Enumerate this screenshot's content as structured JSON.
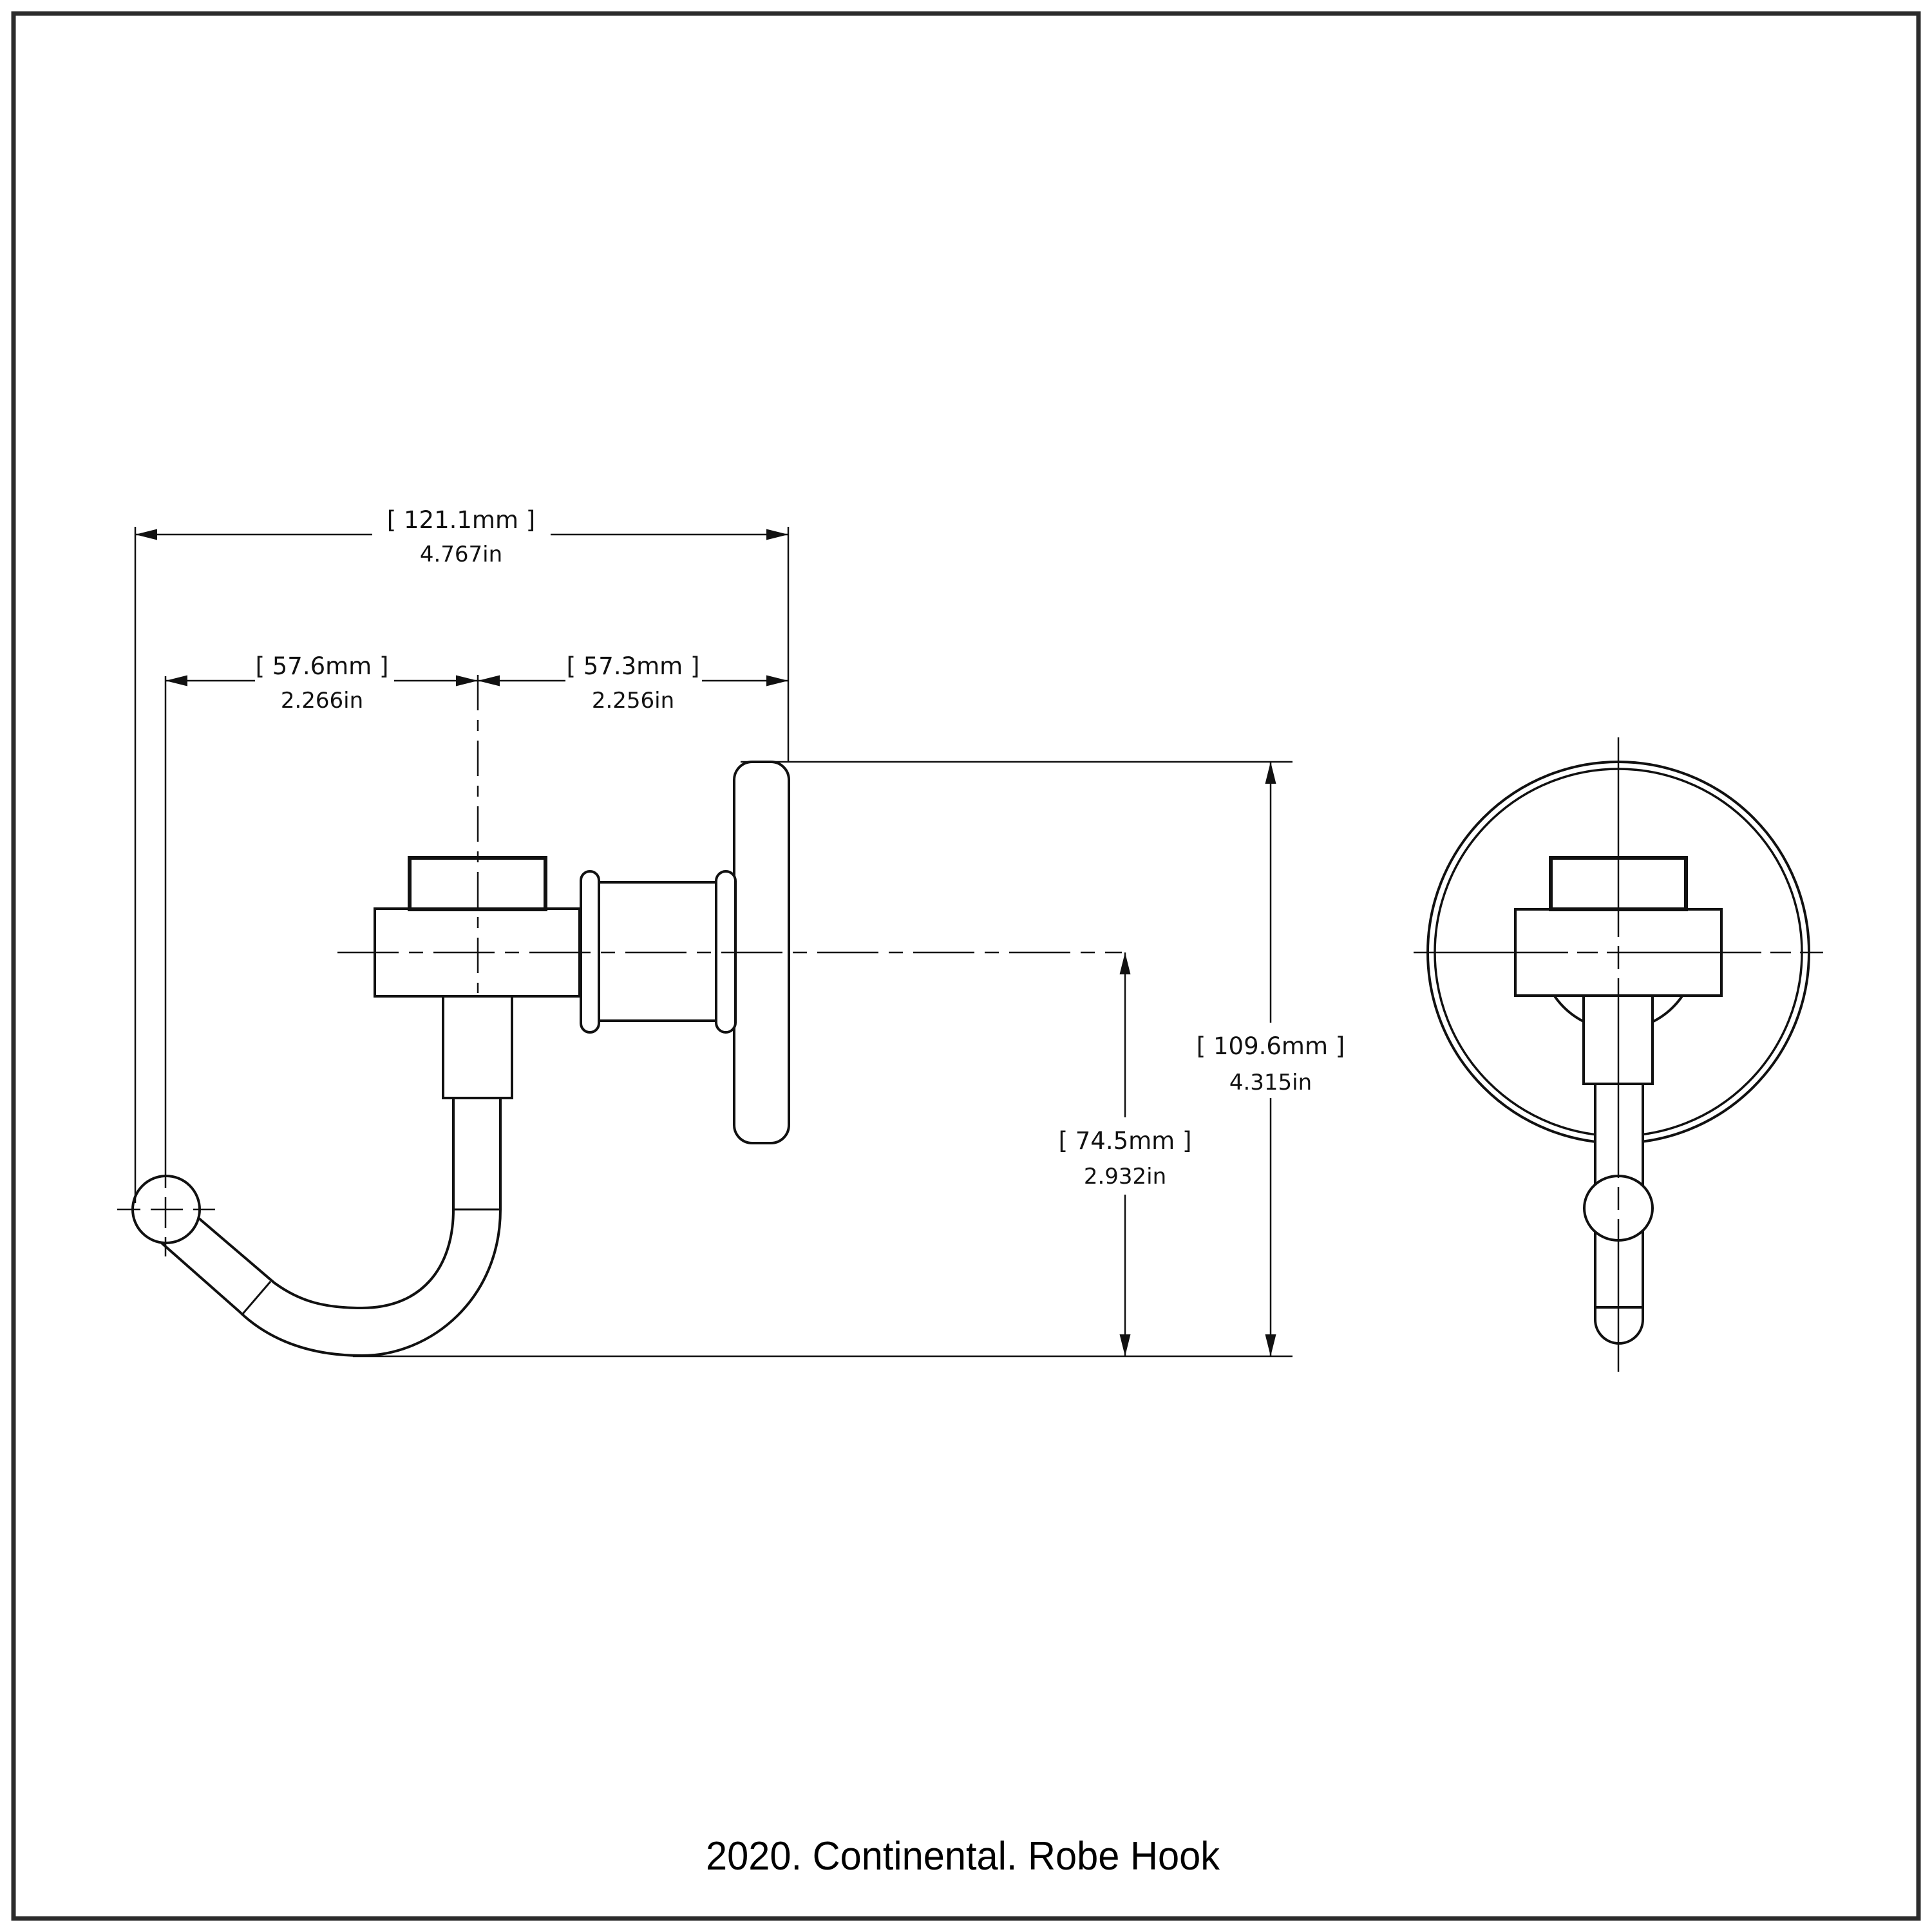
{
  "drawing": {
    "caption": "2020. Continental. Robe Hook",
    "border_color": "#2b2b2b",
    "line_color": "#111111",
    "background_color": "#ffffff"
  },
  "dimensions": {
    "overall_width": {
      "mm": "[ 121.1mm ]",
      "in": "4.767in"
    },
    "hook_tip_offset": {
      "mm": "[ 57.6mm ]",
      "in": "2.266in"
    },
    "wall_to_center": {
      "mm": "[ 57.3mm ]",
      "in": "2.256in"
    },
    "overall_height": {
      "mm": "[ 109.6mm ]",
      "in": "4.315in"
    },
    "center_drop": {
      "mm": "[ 74.5mm ]",
      "in": "2.932in"
    }
  }
}
